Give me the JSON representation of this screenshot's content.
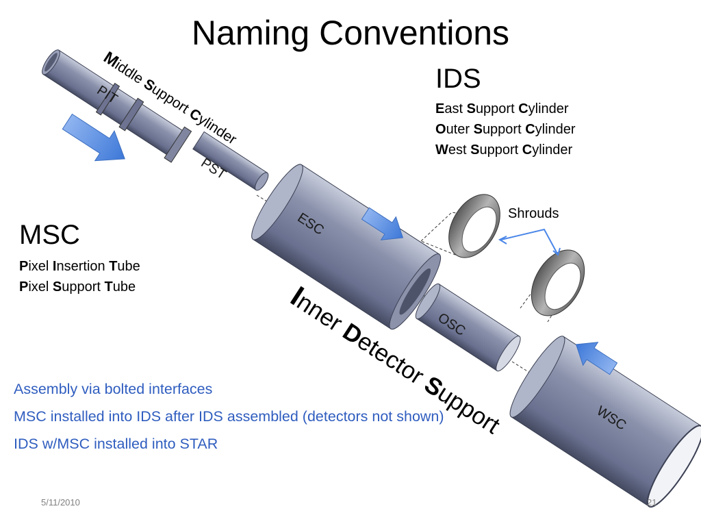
{
  "title": "Naming Conventions",
  "ids": {
    "heading": "IDS",
    "lines": [
      {
        "initial": "E",
        "rest": "ast ",
        "initial2": "S",
        "rest2": "upport ",
        "initial3": "C",
        "rest3": "ylinder"
      },
      {
        "initial": "O",
        "rest": "uter ",
        "initial2": "S",
        "rest2": "upport ",
        "initial3": "C",
        "rest3": "ylinder"
      },
      {
        "initial": "W",
        "rest": "est ",
        "initial2": "S",
        "rest2": "upport ",
        "initial3": "C",
        "rest3": "ylinder"
      }
    ]
  },
  "msc": {
    "heading": "MSC",
    "lines": [
      {
        "initial": "P",
        "rest": "ixel ",
        "initial2": "I",
        "rest2": "nsertion ",
        "initial3": "T",
        "rest3": "ube"
      },
      {
        "initial": "P",
        "rest": "ixel ",
        "initial2": "S",
        "rest2": "upport ",
        "initial3": "T",
        "rest3": "ube"
      }
    ]
  },
  "middle_support": {
    "initial": "M",
    "rest": "iddle ",
    "initial2": "S",
    "rest2": "upport ",
    "initial3": "C",
    "rest3": "ylinder"
  },
  "inner_detector": {
    "initial": "I",
    "rest": "nner ",
    "initial2": "D",
    "rest2": "etector ",
    "initial3": "S",
    "rest3": "upport"
  },
  "part_labels": {
    "pit": "PIT",
    "pst": "PST",
    "esc": "ESC",
    "osc": "OSC",
    "wsc": "WSC",
    "shrouds": "Shrouds"
  },
  "bullets": [
    "Assembly via bolted interfaces",
    "MSC installed into IDS after IDS assembled (detectors not shown)",
    "IDS w/MSC installed into STAR"
  ],
  "footer": {
    "date": "5/11/2010",
    "page": "21"
  },
  "colors": {
    "cylinder_body": "#7f86a0",
    "cylinder_light": "#b8bed0",
    "cylinder_dark": "#3f4457",
    "arrow": "#4a86e8",
    "bullet_text": "#2f5dbf"
  }
}
